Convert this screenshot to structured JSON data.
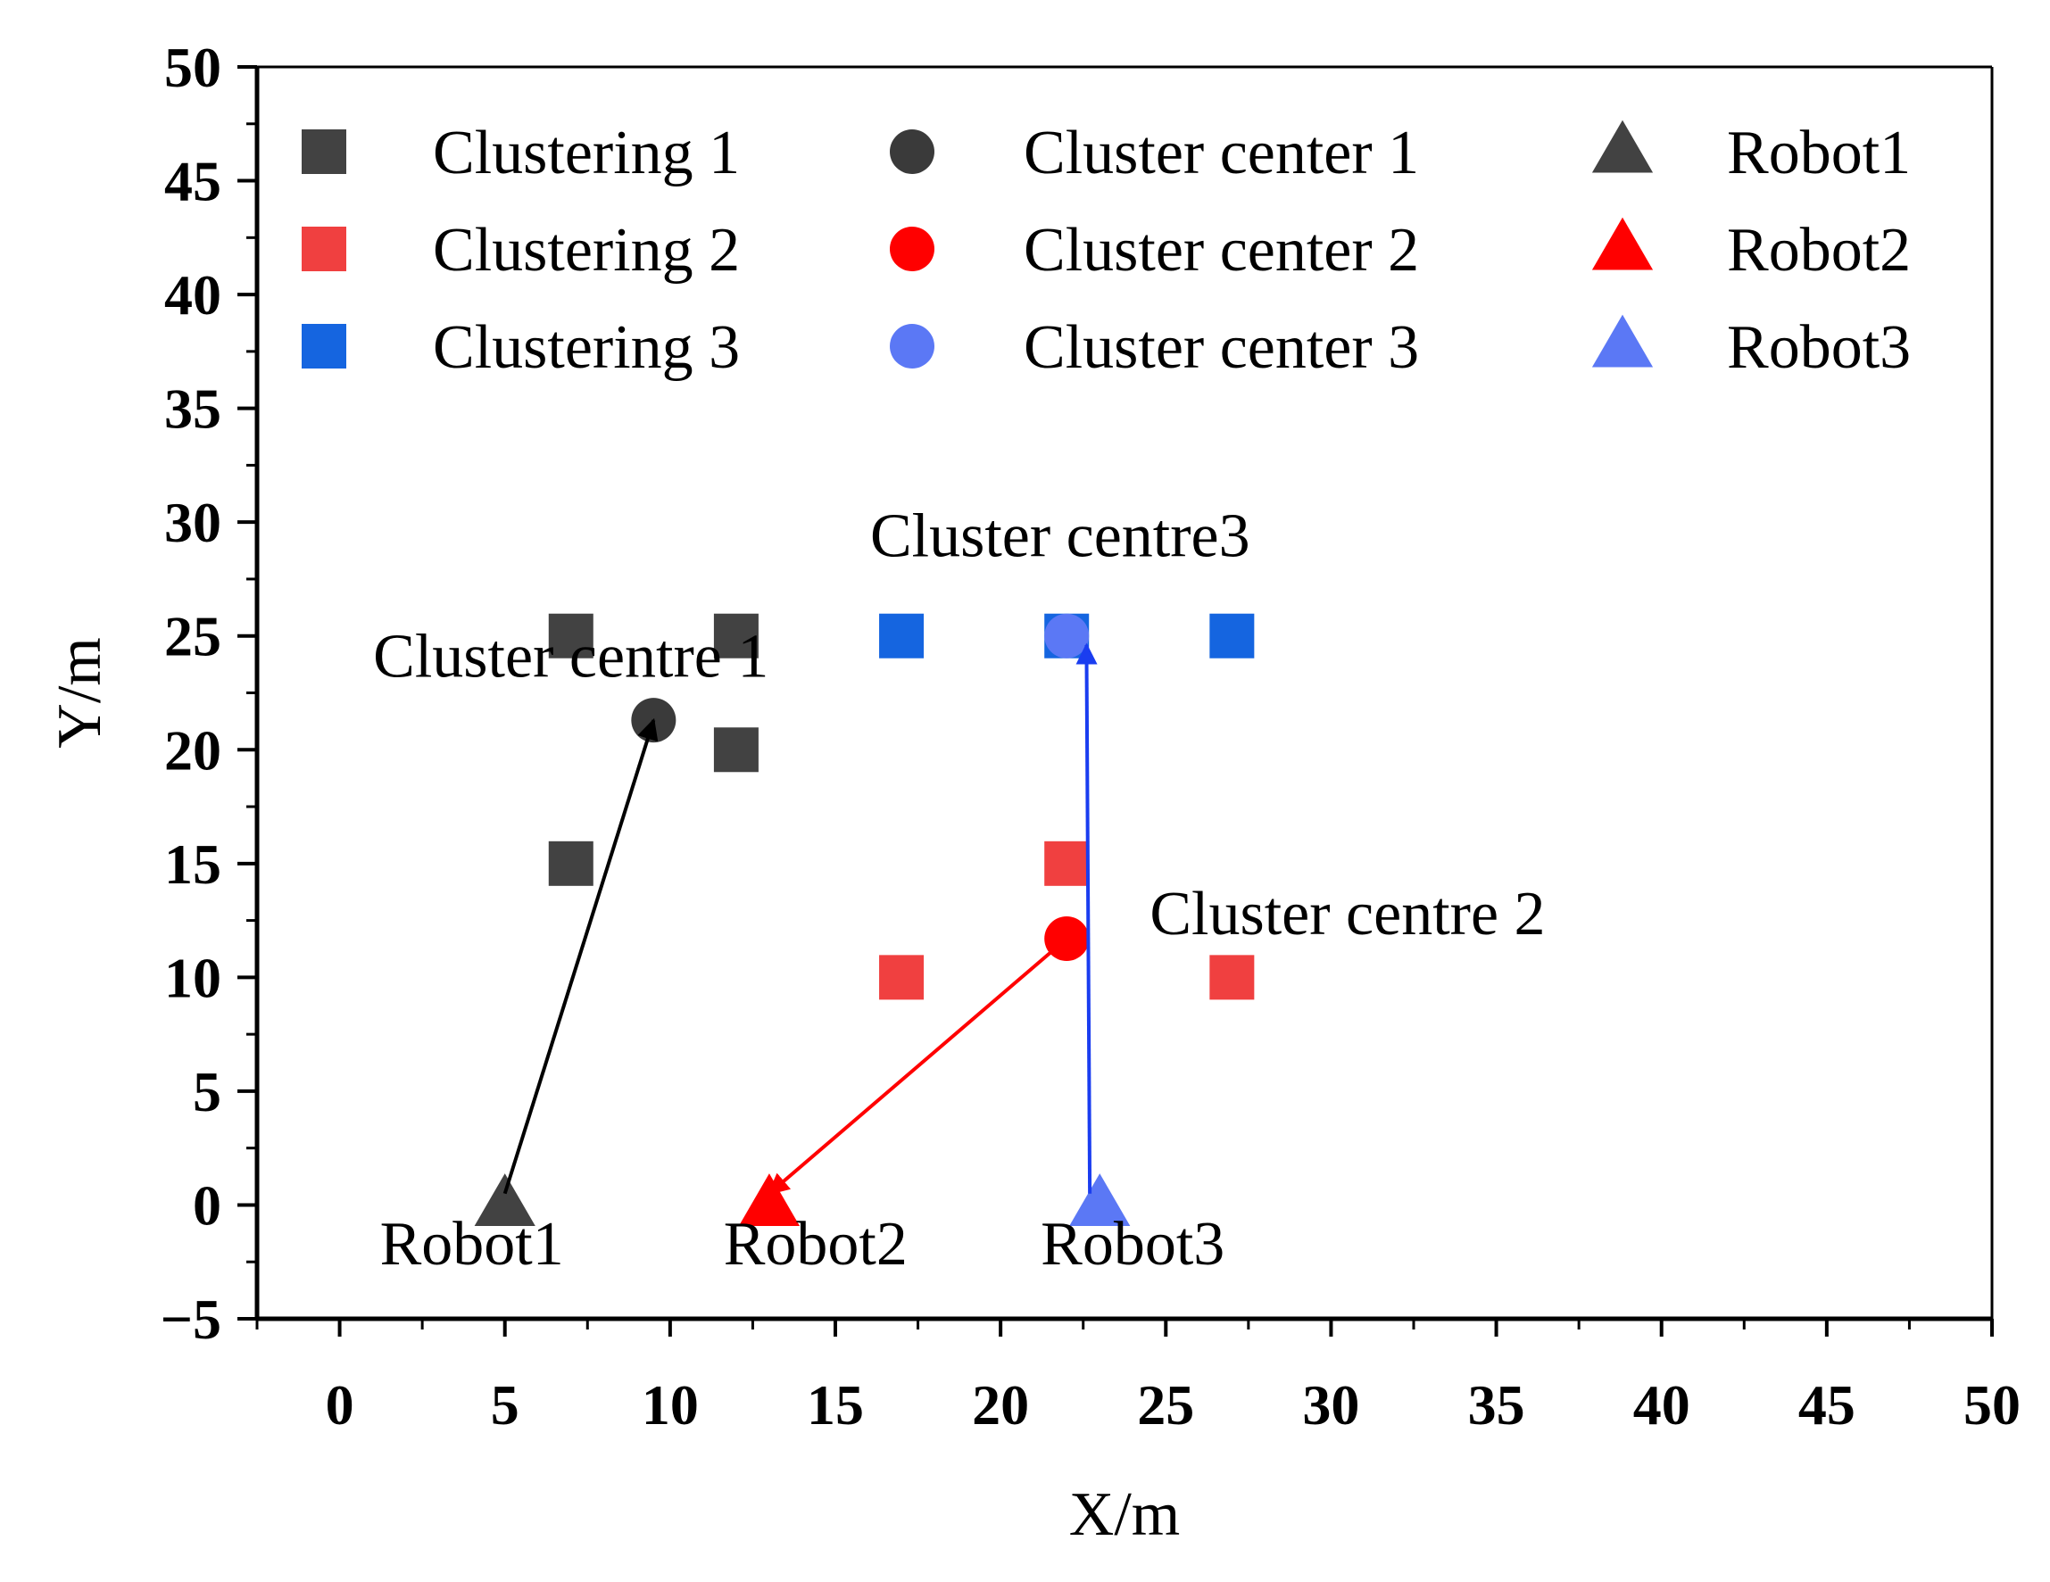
{
  "chart_data": {
    "type": "scatter",
    "xlabel": "X/m",
    "ylabel": "Y/m",
    "xlim": [
      -2.5,
      50
    ],
    "ylim": [
      -5,
      50
    ],
    "xticks": [
      0,
      5,
      10,
      15,
      20,
      25,
      30,
      35,
      40,
      45,
      50
    ],
    "yticks": [
      -5,
      0,
      5,
      10,
      15,
      20,
      25,
      30,
      35,
      40,
      45,
      50
    ],
    "xtick_labels": [
      "0",
      "5",
      "10",
      "15",
      "20",
      "25",
      "30",
      "35",
      "40",
      "45",
      "50"
    ],
    "ytick_labels": [
      "−5",
      "0",
      "5",
      "10",
      "15",
      "20",
      "25",
      "30",
      "35",
      "40",
      "45",
      "50"
    ],
    "grid": false,
    "legend_position": "top",
    "series": [
      {
        "name": "Clustering 1",
        "marker": "square",
        "color": "#424242",
        "points": [
          [
            7,
            25
          ],
          [
            12,
            25
          ],
          [
            12,
            20
          ],
          [
            7,
            15
          ]
        ]
      },
      {
        "name": "Clustering 2",
        "marker": "square",
        "color": "#f04040",
        "points": [
          [
            22,
            15
          ],
          [
            17,
            10
          ],
          [
            27,
            10
          ]
        ]
      },
      {
        "name": "Clustering 3",
        "marker": "square",
        "color": "#1565e0",
        "points": [
          [
            17,
            25
          ],
          [
            22,
            25
          ],
          [
            27,
            25
          ]
        ]
      },
      {
        "name": "Cluster center 1",
        "marker": "circle",
        "color": "#3a3a3a",
        "points": [
          [
            9.5,
            21.3
          ]
        ]
      },
      {
        "name": "Cluster center 2",
        "marker": "circle",
        "color": "#ff0000",
        "points": [
          [
            22,
            11.7
          ]
        ]
      },
      {
        "name": "Cluster center 3",
        "marker": "circle",
        "color": "#5b78f5",
        "points": [
          [
            22,
            25
          ]
        ]
      },
      {
        "name": "Robot1",
        "marker": "triangle",
        "color": "#424242",
        "points": [
          [
            5,
            0
          ]
        ]
      },
      {
        "name": "Robot2",
        "marker": "triangle",
        "color": "#ff0000",
        "points": [
          [
            13,
            0
          ]
        ]
      },
      {
        "name": "Robot3",
        "marker": "triangle",
        "color": "#5b78f5",
        "points": [
          [
            23,
            0
          ]
        ]
      }
    ],
    "arrows": [
      {
        "from": [
          5,
          0.5
        ],
        "to": [
          9.5,
          21.3
        ],
        "color": "#000000",
        "double": false
      },
      {
        "from": [
          13,
          0.5
        ],
        "to": [
          22,
          11.7
        ],
        "color": "#ff0000",
        "double": true
      },
      {
        "from": [
          22.7,
          0.5
        ],
        "to": [
          22.6,
          24.6
        ],
        "color": "#1a3df0",
        "double": false
      }
    ],
    "annotations": [
      {
        "text": "Cluster centre 1",
        "x": 7,
        "y": 23.2
      },
      {
        "text": "Cluster centre3",
        "x": 21.8,
        "y": 28.5
      },
      {
        "text": "Cluster centre 2",
        "x": 30.5,
        "y": 11.9
      },
      {
        "text": "Robot1",
        "x": 4,
        "y": -2.6
      },
      {
        "text": "Robot2",
        "x": 14.4,
        "y": -2.6
      },
      {
        "text": "Robot3",
        "x": 24,
        "y": -2.6
      }
    ]
  }
}
